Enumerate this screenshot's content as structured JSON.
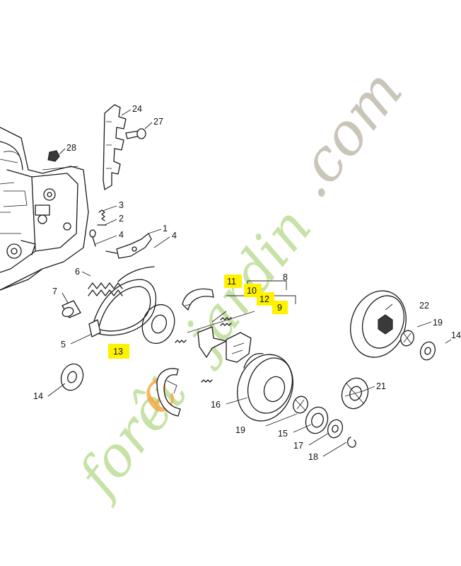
{
  "diagram": {
    "part_numbers": [
      {
        "id": "p24",
        "label": "24"
      },
      {
        "id": "p27",
        "label": "27"
      },
      {
        "id": "p28",
        "label": "28"
      },
      {
        "id": "p3",
        "label": "3"
      },
      {
        "id": "p2",
        "label": "2"
      },
      {
        "id": "p4a",
        "label": "4"
      },
      {
        "id": "p1",
        "label": "1"
      },
      {
        "id": "p4b",
        "label": "4"
      },
      {
        "id": "p6",
        "label": "6"
      },
      {
        "id": "p7",
        "label": "7"
      },
      {
        "id": "p5",
        "label": "5"
      },
      {
        "id": "p8",
        "label": "8"
      },
      {
        "id": "p14",
        "label": "14"
      },
      {
        "id": "p16",
        "label": "16"
      },
      {
        "id": "p19a",
        "label": "19"
      },
      {
        "id": "p15",
        "label": "15"
      },
      {
        "id": "p17",
        "label": "17"
      },
      {
        "id": "p18",
        "label": "18"
      },
      {
        "id": "p21",
        "label": "21"
      },
      {
        "id": "p22",
        "label": "22"
      },
      {
        "id": "p19b",
        "label": "19"
      },
      {
        "id": "p14b",
        "label": "14"
      }
    ],
    "highlighted_parts": [
      {
        "id": "h11",
        "label": "11"
      },
      {
        "id": "h10",
        "label": "10"
      },
      {
        "id": "h12",
        "label": "12"
      },
      {
        "id": "h9",
        "label": "9"
      },
      {
        "id": "h13",
        "label": "13"
      }
    ],
    "highlight_color": "#fff200"
  },
  "watermark": {
    "green_text": "forêt",
    "orange_letter": "e",
    "green_text_2": "jardin",
    "grey_text": ".com",
    "colors": {
      "green": "#b5d98a",
      "orange": "#f4a640",
      "grey": "#bdb7a8"
    }
  }
}
